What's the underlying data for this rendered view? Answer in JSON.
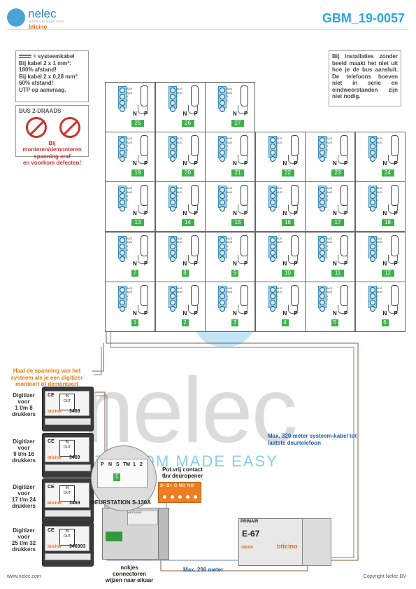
{
  "header": {
    "logo_text": "nelec",
    "logo_sub": "INTERCOM MADE EASY",
    "logo_brand": "bticino",
    "doc_code": "GBM_19-0057"
  },
  "cable_note": {
    "title": "= systeemkabel",
    "lines": [
      "Bij kabel 2 x 1 mm²:",
      "180% afstand!",
      "Bij kabel 2 x 0,28 mm²:",
      "60% afstand!",
      "UTP op aanvraag."
    ]
  },
  "bus_note": {
    "title": "BUS 2-DRAADS",
    "warning": [
      "Bij monteren/demonteren",
      "spanning eraf",
      "en voorkom defecten!"
    ]
  },
  "install_note": {
    "text": "Bij installaties zonder beeld maakt het niet uit hoe je de bus aansluit. De telefoons hoeven niet in serie en eindweerstanden zijn niet nodig."
  },
  "phones": {
    "np_n": "N",
    "np_p": "P",
    "terminal_labels": [
      "BUS",
      "BUS",
      "1",
      "2"
    ],
    "numbers": [
      {
        "row": 0,
        "col": 0,
        "value": "25"
      },
      {
        "row": 0,
        "col": 1,
        "value": "26"
      },
      {
        "row": 0,
        "col": 2,
        "value": "27"
      },
      {
        "row": 1,
        "col": 0,
        "value": "19"
      },
      {
        "row": 1,
        "col": 1,
        "value": "20"
      },
      {
        "row": 1,
        "col": 2,
        "value": "21"
      },
      {
        "row": 1,
        "col": 3,
        "value": "22"
      },
      {
        "row": 1,
        "col": 4,
        "value": "23"
      },
      {
        "row": 1,
        "col": 5,
        "value": "24"
      },
      {
        "row": 2,
        "col": 0,
        "value": "13"
      },
      {
        "row": 2,
        "col": 1,
        "value": "14"
      },
      {
        "row": 2,
        "col": 2,
        "value": "15"
      },
      {
        "row": 2,
        "col": 3,
        "value": "16"
      },
      {
        "row": 2,
        "col": 4,
        "value": "17"
      },
      {
        "row": 2,
        "col": 5,
        "value": "18"
      },
      {
        "row": 3,
        "col": 0,
        "value": "7"
      },
      {
        "row": 3,
        "col": 1,
        "value": "8"
      },
      {
        "row": 3,
        "col": 2,
        "value": "9"
      },
      {
        "row": 3,
        "col": 3,
        "value": "10"
      },
      {
        "row": 3,
        "col": 4,
        "value": "11"
      },
      {
        "row": 3,
        "col": 5,
        "value": "12"
      },
      {
        "row": 4,
        "col": 0,
        "value": "1"
      },
      {
        "row": 4,
        "col": 1,
        "value": "2"
      },
      {
        "row": 4,
        "col": 2,
        "value": "3"
      },
      {
        "row": 4,
        "col": 3,
        "value": "4"
      },
      {
        "row": 4,
        "col": 4,
        "value": "5"
      },
      {
        "row": 4,
        "col": 5,
        "value": "6"
      }
    ]
  },
  "digitizer_warning": "Haal de spanning van het systeem als je een digitizer monteert of demonteert",
  "digitizers": [
    {
      "lines": [
        "Digitizer",
        "voor",
        "1 t/m 8",
        "drukkers"
      ],
      "model": "3469"
    },
    {
      "lines": [
        "Digitizer",
        "voor",
        "9 t/m 16",
        "drukkers"
      ],
      "model": "3469"
    },
    {
      "lines": [
        "Digitizer",
        "voor",
        "17 t/m 24",
        "drukkers"
      ],
      "model": "3469"
    },
    {
      "lines": [
        "Digitizer",
        "voor",
        "25 t/m 32",
        "drukkers"
      ],
      "model": "346993"
    }
  ],
  "digitizer_common": {
    "ce": "CE",
    "in": "IN",
    "out": "OUT",
    "brand": "bticino"
  },
  "door_station": {
    "label": "DEURSTATION S-130A",
    "terminals": [
      "P",
      "N",
      "S",
      "TM",
      "1",
      "2"
    ],
    "number": "1",
    "card": "ARTS0102"
  },
  "relay": {
    "title": "Pot.vrij contact tbv deuropener",
    "contacts": "S-  S+  C  NC  NO"
  },
  "max320": "Max. 320 meter systeem-kabel tot laatste deurtelefoon",
  "max290": "Max. 290 meter",
  "psu": {
    "top": "PRIMAIR",
    "name": "E-67",
    "model": "346050",
    "brand": "bticino"
  },
  "nokjes": "nokjes connectoren wijzen naar elkaar",
  "watermark": {
    "word": "nelec",
    "tag": "INTERCOM MADE EASY"
  },
  "footer": {
    "url": "www.nelec.com",
    "copyright": "Copyright Nelec BV"
  },
  "colors": {
    "accent": "#2aa6de",
    "bticino": "#e36b1c",
    "green": "#3bb34a",
    "warning": "#d0312d",
    "relay": "#f07d22"
  }
}
